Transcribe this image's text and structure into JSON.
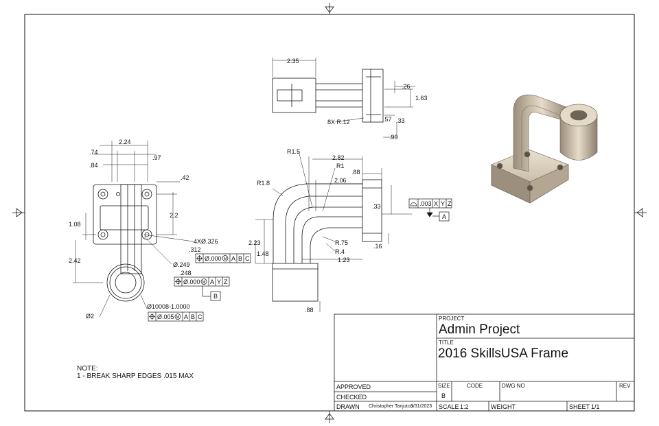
{
  "drawing": {
    "top_view": {
      "dims": [
        "2.35",
        ".26",
        "1.63",
        ".57",
        ".33",
        ".99",
        "8X R.12"
      ]
    },
    "front_view": {
      "dims": [
        ".74",
        "2.24",
        ".84",
        ".97",
        ".42",
        "2.2",
        "1.08",
        "2.42",
        ".312",
        "Ø.249",
        ".248",
        "4XØ.326",
        "Ø2",
        "Ø10008-1.0000"
      ],
      "fcf1": {
        "tol": "Ø.000",
        "mod": "M",
        "datums": [
          "A",
          "B",
          "C"
        ]
      },
      "fcf2": {
        "tol": "Ø.000",
        "mod": "M",
        "datums": [
          "A",
          "Y",
          "Z"
        ]
      },
      "fcf3": {
        "tol": "Ø.005",
        "mod": "M",
        "datums": [
          "A",
          "B",
          "C"
        ]
      },
      "datum_b": "B"
    },
    "side_view": {
      "dims": [
        "R1.5",
        "2.82",
        "R1",
        ".88",
        "R1.8",
        "2.06",
        ".33",
        "2.23",
        "1.48",
        "R.75",
        "R.4",
        "1.23",
        ".16",
        ".88"
      ],
      "flatness": {
        "tol": ".003",
        "datums": [
          "X",
          "Y",
          "Z"
        ]
      },
      "datum_a": "A"
    },
    "note": {
      "title": "NOTE:",
      "line1": "1 - BREAK SHARP EDGES .015 MAX"
    }
  },
  "title_block": {
    "project_label": "PROJECT",
    "project_value": "Admin Project",
    "title_label": "TITLE",
    "title_value": "2016 SkillsUSA Frame",
    "approved_label": "APPROVED",
    "checked_label": "CHECKED",
    "drawn_label": "DRAWN",
    "drawn_by": "Christopher Tanjutco",
    "drawn_date": "3/31/2023",
    "size_label": "SIZE",
    "size_value": "B",
    "code_label": "CODE",
    "dwg_label": "DWG NO",
    "rev_label": "REV",
    "scale_label": "SCALE",
    "scale_value": "1:2",
    "weight_label": "WEIGHT",
    "sheet_label": "SHEET",
    "sheet_value": "1/1"
  }
}
